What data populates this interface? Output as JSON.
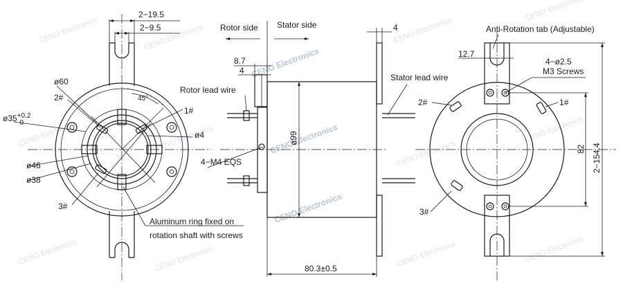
{
  "watermark": "CENO Electronics",
  "sections": {
    "rotor_side": "Rotor side",
    "stator_side": "Stator side"
  },
  "dimensions": {
    "d_19_5": "2−19.5",
    "d_9_5": "2−9.5",
    "d_60": "ø60",
    "d_35_base": "ø35",
    "d_35_tol_upper": "+0.2",
    "d_35_tol_lower": "0",
    "d_46": "ø46",
    "d_38": "ø38",
    "d_4_hole": "ø4",
    "angle_45": "45°",
    "d_8_7": "8.7",
    "d_4_side": "4",
    "d_4_top": "4",
    "d_99": "ø99",
    "d_80_3": "80.3±0.5",
    "d_12_7": "12.7",
    "d_4_2_5": "4−ø2.5",
    "d_82": "82",
    "d_154_4": "2−154.4"
  },
  "labels": {
    "rotor_lead_wire": "Rotor lead wire",
    "stator_lead_wire": "Stator lead wire",
    "eqs": "4−M4 EQS",
    "anti_rotation": "Anti-Rotation tab (Adjustable)",
    "m3_screws": "M3 Screws",
    "aluminum_1": "Aluminum ring fixed on",
    "aluminum_2": "rotation shaft with screws",
    "marker_1_left": "1#",
    "marker_2_left": "2#",
    "marker_3_left": "3#",
    "marker_1_right": "1#",
    "marker_2_right": "2#",
    "marker_3_right": "3#"
  }
}
